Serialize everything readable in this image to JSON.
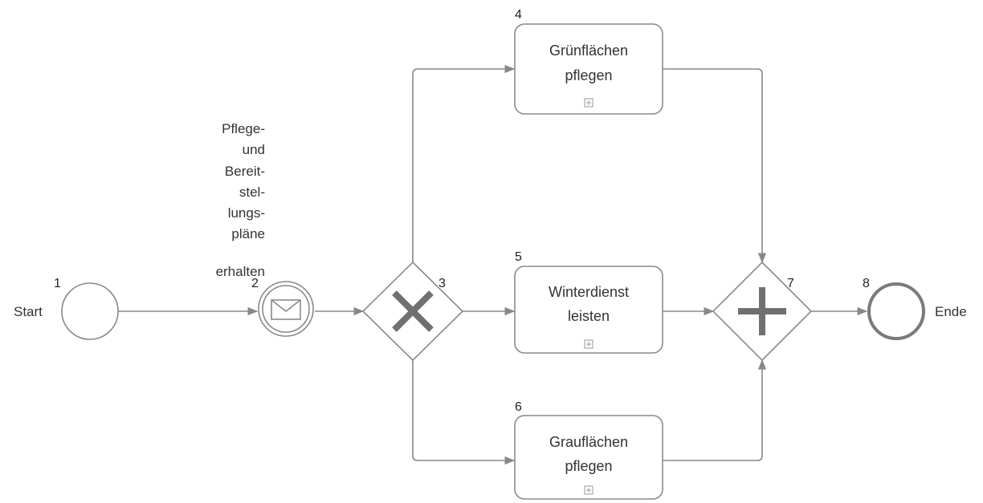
{
  "diagram": {
    "type": "bpmn-process",
    "nodes": [
      {
        "id": "1",
        "kind": "start-event",
        "number": "1",
        "label": "Start"
      },
      {
        "id": "2",
        "kind": "intermediate-message-event",
        "number": "2",
        "label_lines": [
          "Pflege-",
          "und",
          "Bereit-",
          "stel-",
          "lungs-",
          "pläne",
          "erhalten"
        ]
      },
      {
        "id": "3",
        "kind": "exclusive-gateway",
        "number": "3"
      },
      {
        "id": "4",
        "kind": "subprocess",
        "number": "4",
        "label_lines": [
          "Grünflächen",
          "pflegen"
        ]
      },
      {
        "id": "5",
        "kind": "subprocess",
        "number": "5",
        "label_lines": [
          "Winterdienst",
          "leisten"
        ]
      },
      {
        "id": "6",
        "kind": "subprocess",
        "number": "6",
        "label_lines": [
          "Grauflächen",
          "pflegen"
        ]
      },
      {
        "id": "7",
        "kind": "parallel-gateway",
        "number": "7"
      },
      {
        "id": "8",
        "kind": "end-event",
        "number": "8",
        "label": "Ende"
      }
    ],
    "edges": [
      {
        "from": "1",
        "to": "2"
      },
      {
        "from": "2",
        "to": "3"
      },
      {
        "from": "3",
        "to": "4"
      },
      {
        "from": "3",
        "to": "5"
      },
      {
        "from": "3",
        "to": "6"
      },
      {
        "from": "4",
        "to": "7"
      },
      {
        "from": "5",
        "to": "7"
      },
      {
        "from": "6",
        "to": "7"
      },
      {
        "from": "7",
        "to": "8"
      }
    ],
    "colors": {
      "stroke": "#8a8a8a",
      "gateway_marker": "#707070",
      "text": "#333333"
    }
  }
}
